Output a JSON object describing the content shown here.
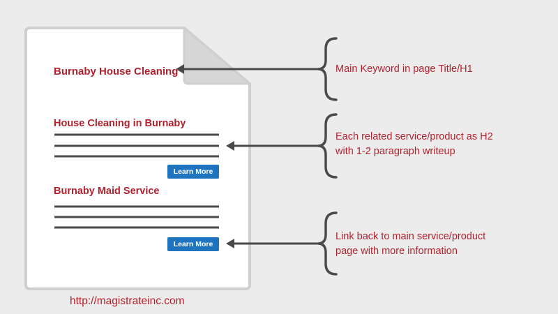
{
  "page": {
    "h1_heading": "Burnaby House Cleaning",
    "sections": [
      {
        "heading": "House Cleaning in Burnaby",
        "button_label": "Learn More"
      },
      {
        "heading": "Burnaby Maid Service",
        "button_label": "Learn More"
      }
    ]
  },
  "annotations": [
    {
      "text_lines": [
        "Main Keyword in page Title/H1"
      ]
    },
    {
      "text_lines": [
        "Each related service/product as H2",
        "with 1-2 paragraph writeup"
      ]
    },
    {
      "text_lines": [
        "Link back to main service/product",
        "page with more information"
      ]
    }
  ],
  "footer": {
    "url": "http://magistrateinc.com"
  },
  "colors": {
    "background": "#ececec",
    "accent_red": "#b0222e",
    "button_blue": "#1f74bf",
    "line_gray": "#4a4a4a",
    "page_fill": "#ffffff",
    "page_border": "#cfcfcf"
  }
}
